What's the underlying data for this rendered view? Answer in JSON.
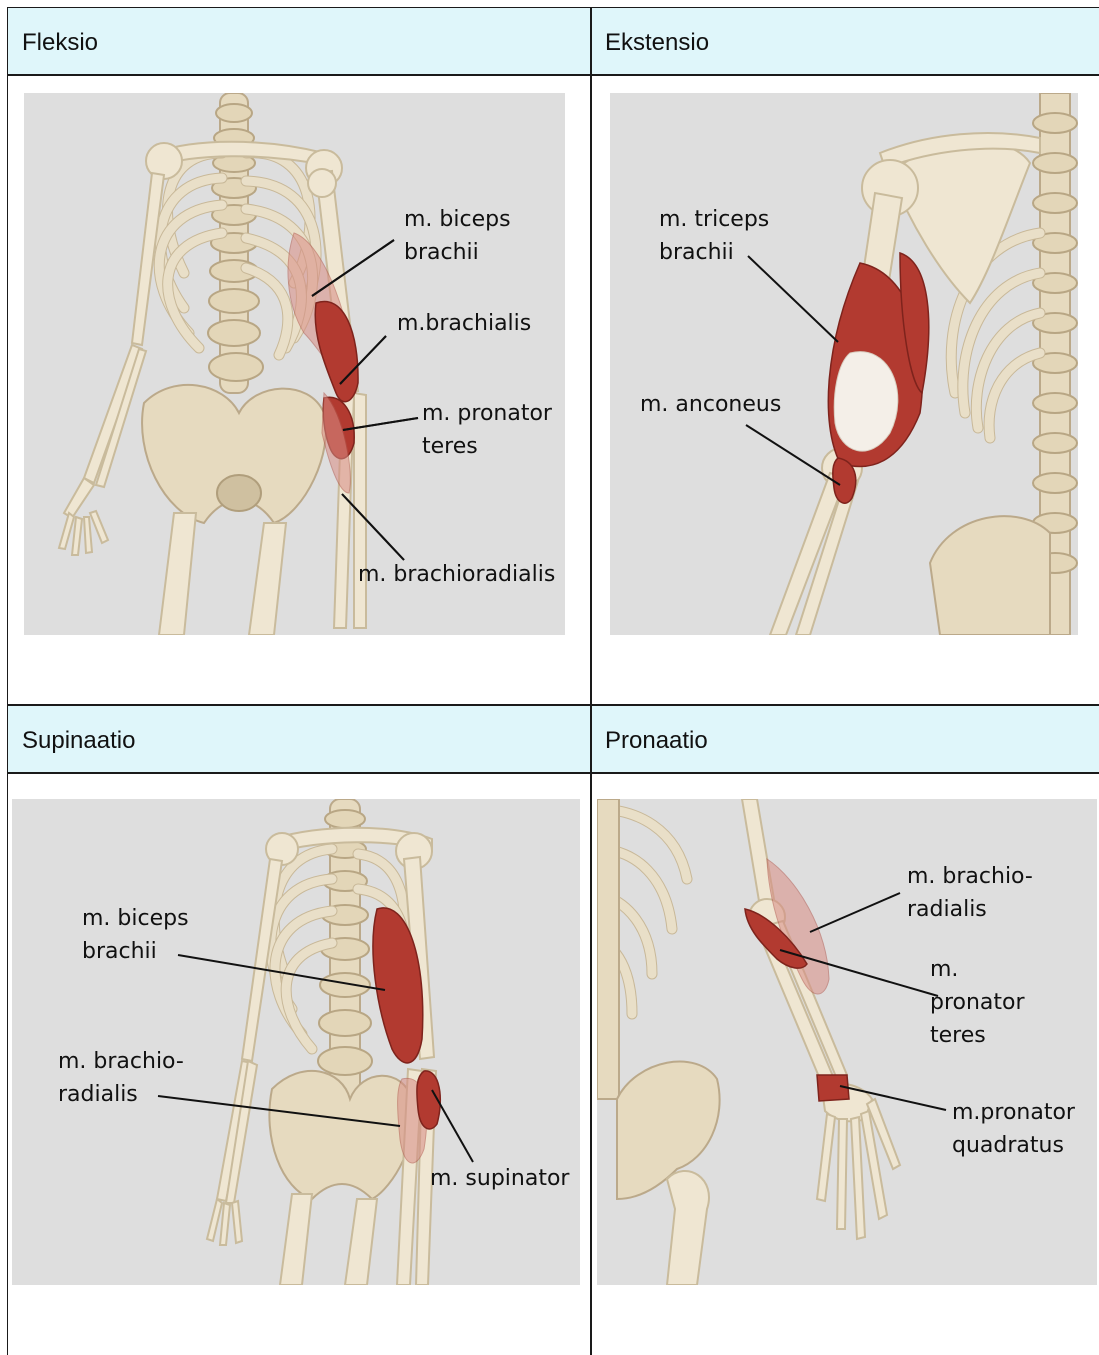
{
  "cells": {
    "flexion": {
      "header": "Fleksio",
      "labels": {
        "biceps": [
          "m. biceps",
          "brachii"
        ],
        "brachialis": [
          "m.brachialis"
        ],
        "pronator_teres": [
          "m. pronator",
          "teres"
        ],
        "brachioradialis": [
          "m. brachioradialis"
        ]
      }
    },
    "extension": {
      "header": "Ekstensio",
      "labels": {
        "triceps": [
          "m. triceps",
          "brachii"
        ],
        "anconeus": [
          "m. anconeus"
        ]
      }
    },
    "supination": {
      "header": "Supinaatio",
      "labels": {
        "biceps": [
          "m. biceps",
          "brachii"
        ],
        "brachioradialis": [
          "m. brachio-",
          "radialis"
        ],
        "supinator": [
          "m. supinator"
        ]
      }
    },
    "pronation": {
      "header": "Pronaatio",
      "labels": {
        "brachioradialis": [
          "m. brachio-",
          "radialis"
        ],
        "pronator_teres": [
          "m.",
          "pronator",
          "teres"
        ],
        "pronator_quadratus": [
          "m.pronator",
          "quadratus"
        ]
      }
    }
  },
  "colors": {
    "header_background": "#dff6fa",
    "image_background": "#dedede",
    "bone": "#efe6d2",
    "muscle": "#b23a30"
  }
}
